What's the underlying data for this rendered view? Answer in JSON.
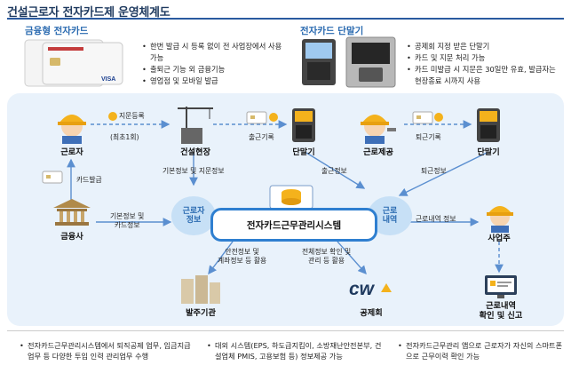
{
  "title": "건설근로자 전자카드제 운영체계도",
  "card_section": {
    "heading": "금융형 전자카드",
    "bullets": [
      "한번 발급 시 등록 없이 전 사업장에서 사용 가능",
      "출퇴근 기능 외 금융기능",
      "영업점 및 모바일 발급"
    ],
    "card_brand": "VISA"
  },
  "terminal_section": {
    "heading": "전자카드 단말기",
    "bullets": [
      "공제회 지정 받은 단말기",
      "카드 및 지문 처리 가능",
      "카드 미발급 시 지문은 30일만 유효, 발급자는 현장종료 시까지 사용"
    ]
  },
  "nodes": {
    "worker": "근로자",
    "site": "건설현장",
    "terminal1": "단말기",
    "provide_work": "근로제공",
    "terminal2": "단말기",
    "bank": "금융사",
    "employer": "사업주",
    "client": "발주기관",
    "cw": "공제회",
    "report": "근로내역\n확인 및 신고",
    "system": "전자카드근무관리시스템",
    "bubble_left": "근로자\n정보",
    "bubble_right": "근로\n내역",
    "cw_logo": "cw"
  },
  "edges": {
    "fingerprint": "지문등록",
    "first_time": "(최초1회)",
    "commute_in": "출근기록",
    "commute_out": "퇴근기록",
    "card_issue": "카드발급",
    "basic_fp": "기본정보 및 지문정보",
    "commute_in2": "출근정보",
    "commute_out2": "퇴근정보",
    "bank_info": "기본정보 및\n카드정보",
    "work_info": "근로내역 정보",
    "safety_info": "안전정보 및\n계좌정보 등 활용",
    "total_info": "전체정보 확인 및\n관리 등 활용"
  },
  "footnotes": [
    "전자카드근무관리시스템에서 퇴직공제 업무, 임금지급 업무 등 다양한 투입 인력 관리업무 수행",
    "대외 시스템(EPS, 하도급지킴이, 소방재난안전본부, 건설업체 PMIS, 고용보험 등) 정보제공 가능",
    "전자카드근무관리 앱으로 근로자가 자신의 스마트폰으로 근무이력 확인 가능"
  ],
  "colors": {
    "accent": "#2a6ab0",
    "panel": "#e9f2fb",
    "system_border": "#2f7fd0",
    "bubble": "#c7e0f6",
    "helmet": "#f4b21c",
    "arrow": "#5b8fd0"
  }
}
